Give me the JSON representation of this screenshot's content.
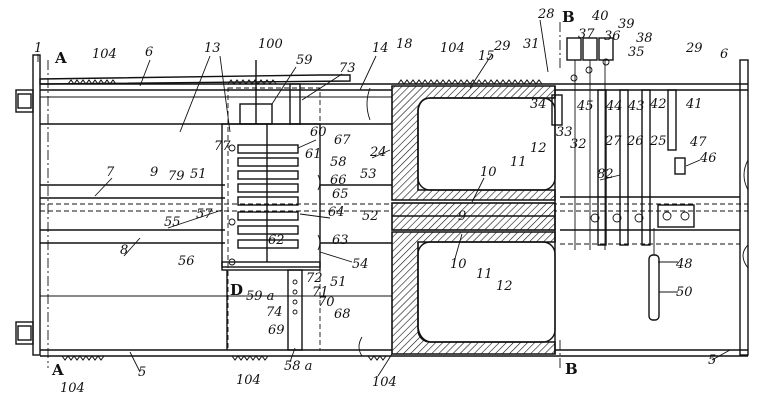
{
  "section_marks": {
    "a_top": "A",
    "a_bottom": "A",
    "b_top": "B",
    "b_bottom": "B",
    "d": "D"
  },
  "reference_numerals": {
    "n1": "1",
    "n104a": "104",
    "n6a": "6",
    "n13": "13",
    "n100": "100",
    "n59": "59",
    "n73": "73",
    "n14": "14",
    "n18": "18",
    "n104b": "104",
    "n15": "15",
    "n29a": "29",
    "n31": "31",
    "n28": "28",
    "n40": "40",
    "n39": "39",
    "n37": "37",
    "n36": "36",
    "n38": "38",
    "n35": "35",
    "n29b": "29",
    "n6b": "6",
    "n34": "34",
    "n45": "45",
    "n33": "33",
    "n32": "32",
    "n44": "44",
    "n43": "43",
    "n42": "42",
    "n41": "41",
    "n77": "77",
    "n60": "60",
    "n67": "67",
    "n61": "61",
    "n58": "58",
    "n24": "24",
    "n7": "7",
    "n9a": "9",
    "n79": "79",
    "n51a": "51",
    "n66": "66",
    "n65": "65",
    "n53": "53",
    "n10a": "10",
    "n11a": "11",
    "n12a": "12",
    "n27": "27",
    "n26": "26",
    "n25": "25",
    "n47": "47",
    "n46": "46",
    "n82": "82",
    "n55": "55",
    "n57": "57",
    "n64": "64",
    "n52": "52",
    "n9b": "9",
    "n56": "56",
    "n8": "8",
    "n62": "62",
    "n63": "63",
    "n54": "54",
    "n10b": "10",
    "n11b": "11",
    "n12b": "12",
    "n48": "48",
    "n50": "50",
    "n59a": "59 a",
    "n72": "72",
    "n51b": "51",
    "n74": "74",
    "n71": "71",
    "n70": "70",
    "n69": "69",
    "n68": "68",
    "n5a": "5",
    "n104c": "104",
    "n104d": "104",
    "n58a": "58 a",
    "n104e": "104",
    "n5b": "5"
  }
}
